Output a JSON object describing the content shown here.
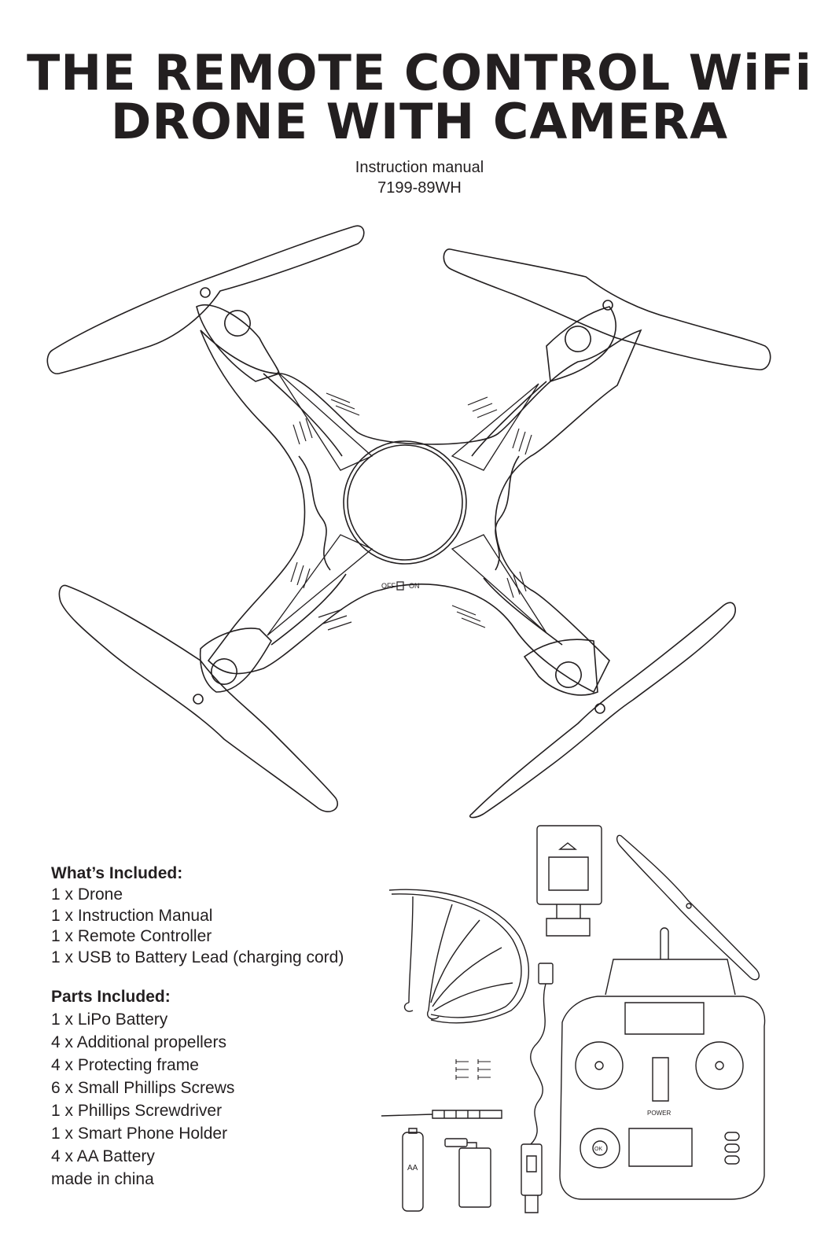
{
  "header": {
    "title_line1": "THE REMOTE CONTROL WiFi",
    "title_line2": "DRONE WITH CAMERA",
    "subtitle": "Instruction manual",
    "model": "7199-89WH"
  },
  "drone": {
    "switch_off": "OFF",
    "switch_on": "ON"
  },
  "whats_included": {
    "heading": "What’s Included:",
    "items": [
      "1 x Drone",
      "1 x Instruction Manual",
      "1 x Remote Controller",
      "1 x USB to Battery Lead (charging cord)"
    ]
  },
  "parts_included": {
    "heading": "Parts Included:",
    "items": [
      "1 x LiPo Battery",
      "4 x Additional propellers",
      "4 x Protecting frame",
      "6 x Small Phillips Screws",
      "1 x Phillips Screwdriver",
      "1 x Smart Phone Holder",
      "4 x AA Battery"
    ]
  },
  "footer": {
    "made_in": "made in china"
  },
  "illustration_labels": {
    "battery": "AA",
    "controller_power": "POWER",
    "controller_ok": "OK"
  },
  "colors": {
    "ink": "#231f20",
    "paper": "#ffffff"
  }
}
